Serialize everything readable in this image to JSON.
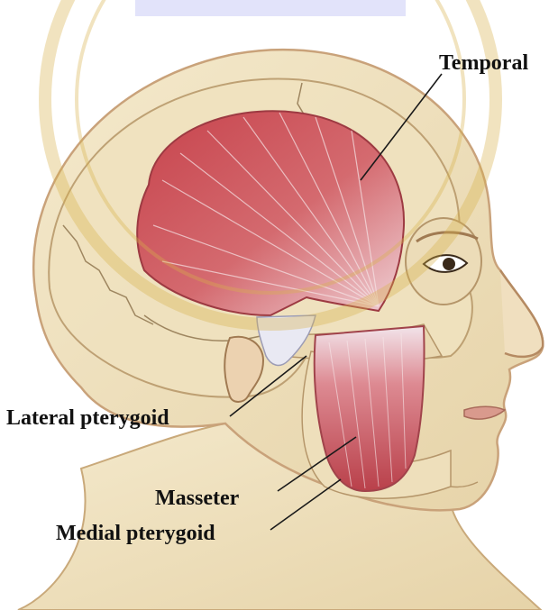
{
  "labels": {
    "temporal": "Temporal",
    "lateral_pterygoid": "Lateral pterygoid",
    "masseter": "Masseter",
    "medial_pterygoid": "Medial pterygoid"
  },
  "colors": {
    "background": "#ffffff",
    "skin": "#efe3c3",
    "skin_shadow": "#dcc79b",
    "skull": "#f1e6c6",
    "muscle": "#c9525a",
    "muscle_light": "#e5a8ac",
    "tendon": "#eeeef6",
    "watermark": "#d8b24a",
    "leader_line": "#1a1a1a"
  }
}
